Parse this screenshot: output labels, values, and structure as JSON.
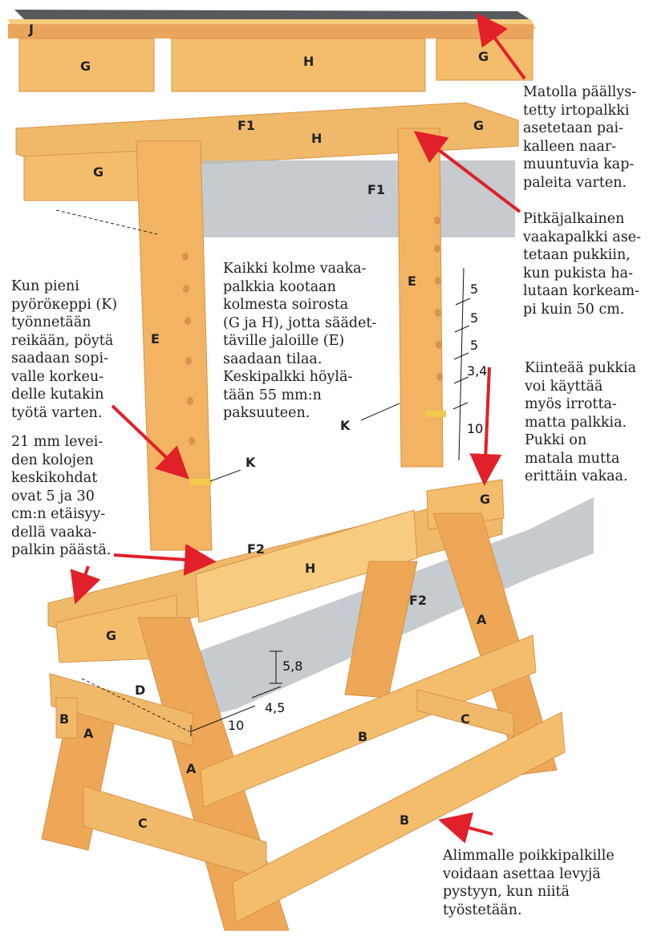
{
  "notes": {
    "mat_beam": "Matolla päällys-\ntetty irtopalkki\nasetetaan pai-\nkalleen naar-\nmuuntuvia kap-\npaleita varten.",
    "long_beam": "Pitkäjalkainen\nvaakapalkki ase-\ntetaan pukkiin,\nkun pukista ha-\nlutaan korkeam-\npi kuin 50 cm.",
    "peg": "Kun pieni\npyöröкeppi (K)\ntyönnetään\nreikään, pöytä\nsaadaan sopi-\nvalle korkeu-\ndelle kutakin\ntyötä varten.",
    "beams_center": "Kaikki kolme vaaka-\npalkkia kootaan\nkolmesta soirosta\n(G ja H), jotta säädet-\ntäville jaloille (E)\nsaadaan tilaa.\nKeskipalkki höylä-\ntään 55 mm:n\npaksuuteen.",
    "fixed_trestle": "Kiinteää pukkia\nvoi käyttää\nmyös irrotta-\nmatta palkkia.\nPukki on\nmatala mutta\nerittäin vakaa.",
    "grooves": "21 mm levei-\nden kolojen\nkeskikohdat\novat 5 ja 30\ncm:n etäisyy-\ndellä vaaka-\npalkin päästä.",
    "bottom_beam": "Alimmalle poikkipalkille\nvoidaan asettaa levyjä\npystyyn, kun niitä\ntyöstetään."
  },
  "part_labels": {
    "J": "J",
    "G": "G",
    "H": "H",
    "F1": "F1",
    "E": "E",
    "K": "K",
    "F2": "F2",
    "A": "A",
    "B": "B",
    "C": "C",
    "D": "D"
  },
  "dimensions": {
    "d5a": "5",
    "d5b": "5",
    "d5c": "5",
    "d34": "3,4",
    "d10": "10",
    "d58": "5,8",
    "d45": "4,5",
    "d10b": "10"
  },
  "colors": {
    "wood": "#f0b969",
    "wood_light": "#f7cc80",
    "wood_dark": "#d8924a",
    "ghost": "#b9c0c4",
    "arrow": "#e1202a",
    "mat": "#555a5e"
  }
}
